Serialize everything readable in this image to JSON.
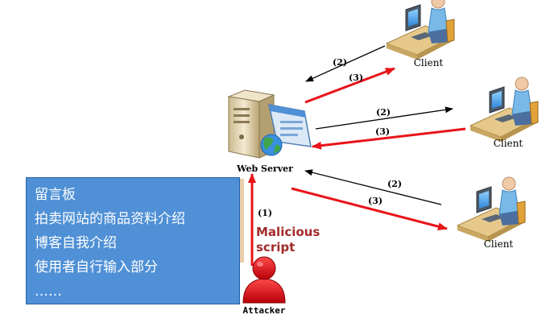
{
  "server": {
    "label": "Web Server"
  },
  "clients": [
    {
      "label": "Client"
    },
    {
      "label": "Client"
    },
    {
      "label": "Client"
    }
  ],
  "attacker": {
    "label": "Attacker"
  },
  "steps": {
    "s1": "(1)",
    "s2": "(2)",
    "s3": "(3)"
  },
  "malicious": {
    "line1": "Malicious",
    "line2": "script"
  },
  "examples": {
    "items": [
      "留言板",
      "拍卖网站的商品资料介绍",
      "博客自我介绍",
      "使用者自行输入部分",
      "……"
    ]
  },
  "colors": {
    "attack_arrow": "#e8141a",
    "normal_arrow": "#000000",
    "example_box": "#4f90d6",
    "malicious_text": "#a32a2a",
    "attacker_figure": "#d40d12"
  }
}
